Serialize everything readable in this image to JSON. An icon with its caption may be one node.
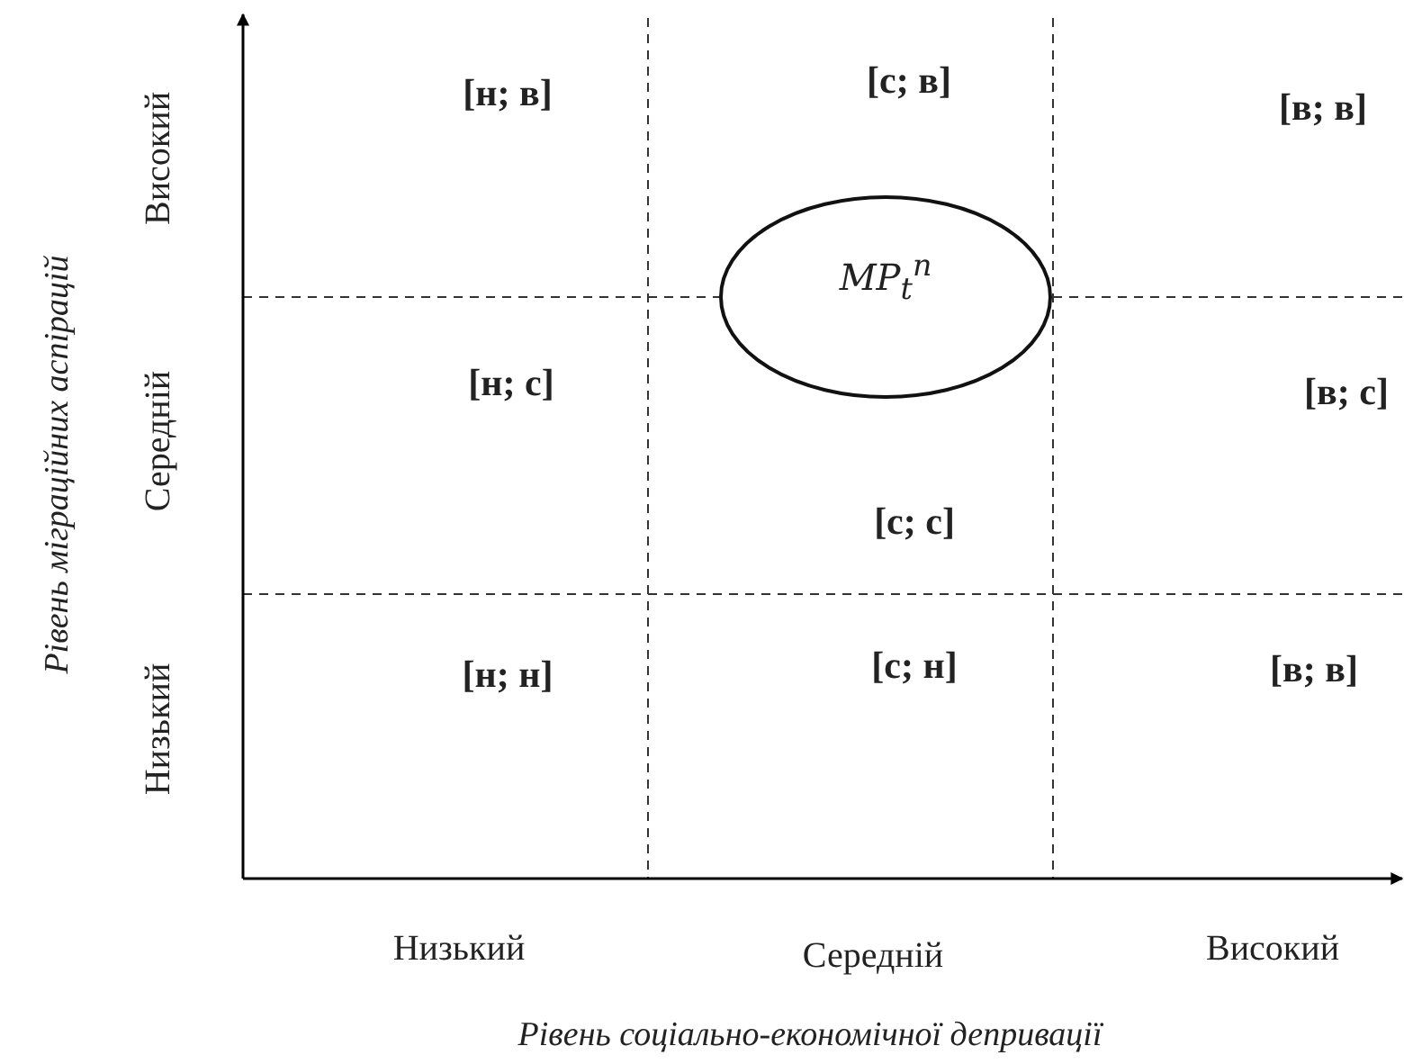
{
  "diagram": {
    "nodes": [
      {
        "text": [
          "MP$_{t}$$^{n}$"
        ]
      }
    ],
    "labels": [
      "[н; в]",
      "[с; в]",
      "[в; в]",
      "[н; с]",
      "[в; с]",
      "[с; с]",
      "[н; н]",
      "[с; н]",
      "[в; в]",
      "Високий",
      "Середній",
      "Низький",
      "Рівень міграційних аспірацій",
      "Низький",
      "Середній",
      "Високий",
      "Рівень соціально-економічної депривації"
    ]
  }
}
